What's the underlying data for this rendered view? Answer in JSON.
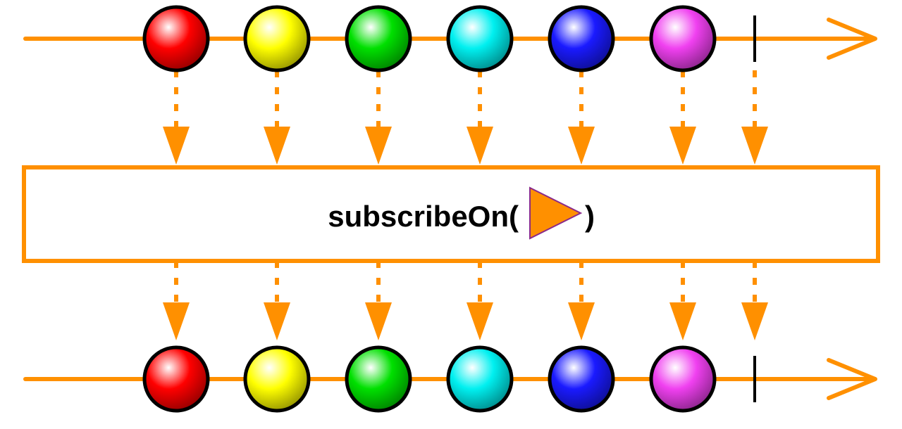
{
  "diagram": {
    "operator": {
      "prefix": "subscribeOn(",
      "suffix": ")",
      "argument_icon": "scheduler-triangle-icon"
    },
    "source_stream": {
      "marbles": [
        {
          "name": "red-marble",
          "color": "#ff0000"
        },
        {
          "name": "yellow-marble",
          "color": "#ffff00"
        },
        {
          "name": "green-marble",
          "color": "#00e000"
        },
        {
          "name": "cyan-marble",
          "color": "#00f0f0"
        },
        {
          "name": "blue-marble",
          "color": "#1a1aff"
        },
        {
          "name": "magenta-marble",
          "color": "#f040f0"
        }
      ],
      "completed": true
    },
    "result_stream": {
      "marbles": [
        {
          "name": "red-marble",
          "color": "#ff0000"
        },
        {
          "name": "yellow-marble",
          "color": "#ffff00"
        },
        {
          "name": "green-marble",
          "color": "#00e000"
        },
        {
          "name": "cyan-marble",
          "color": "#00f0f0"
        },
        {
          "name": "blue-marble",
          "color": "#1a1aff"
        },
        {
          "name": "magenta-marble",
          "color": "#f040f0"
        }
      ],
      "completed": true
    },
    "colors": {
      "accent": "#ff9000",
      "scheduler_fill": "#ff9000",
      "scheduler_stroke": "#8a2a8a",
      "marble_stroke": "#000000"
    }
  }
}
